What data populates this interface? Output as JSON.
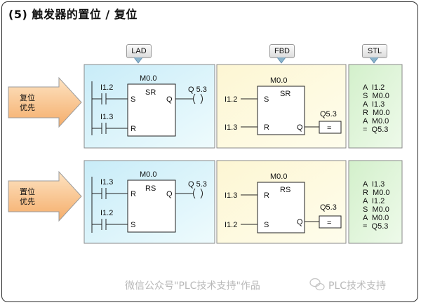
{
  "title": "(5) 触发器的置位 / 复位",
  "columns": {
    "lad": "LAD",
    "fbd": "FBD",
    "stl": "STL"
  },
  "rows": [
    {
      "arrow_label": [
        "复位",
        "优先"
      ],
      "block_name": "M0.0",
      "block_type": "SR",
      "lad_contacts": [
        "I1.2",
        "I1.3"
      ],
      "lad_pins": [
        "S",
        "R"
      ],
      "fbd_inputs": [
        "I1.2",
        "I1.3"
      ],
      "fbd_pins": [
        "S",
        "R"
      ],
      "output_pin": "Q",
      "output": "Q 5.3",
      "fbd_output": "Q5.3",
      "assign": "=",
      "stl": [
        "A  I1.2",
        "S  M0.0",
        "A  I1.3",
        "R  M0.0",
        "A  M0.0",
        "=  Q5.3"
      ]
    },
    {
      "arrow_label": [
        "置位",
        "优先"
      ],
      "block_name": "M0.0",
      "block_type": "RS",
      "lad_contacts": [
        "I1.3",
        "I1.2"
      ],
      "lad_pins": [
        "R",
        "S"
      ],
      "fbd_inputs": [
        "I1.3",
        "I1.2"
      ],
      "fbd_pins": [
        "R",
        "S"
      ],
      "output_pin": "Q",
      "output": "Q 5.3",
      "fbd_output": "Q5.3",
      "assign": "=",
      "stl": [
        "A  I1.3",
        "R  M0.0",
        "A  I1.2",
        "S  M0.0",
        "A  M0.0",
        "=  Q5.3"
      ]
    }
  ],
  "watermark": {
    "left": "微信公众号\"PLC技术支持\"作品",
    "right": "PLC技术支持"
  },
  "colors": {
    "lad_bg": "#d9f3fb",
    "fbd_bg": "#fdfbdf",
    "stl_bg": "#e3f6dd",
    "arrow": "#fbc58a"
  }
}
